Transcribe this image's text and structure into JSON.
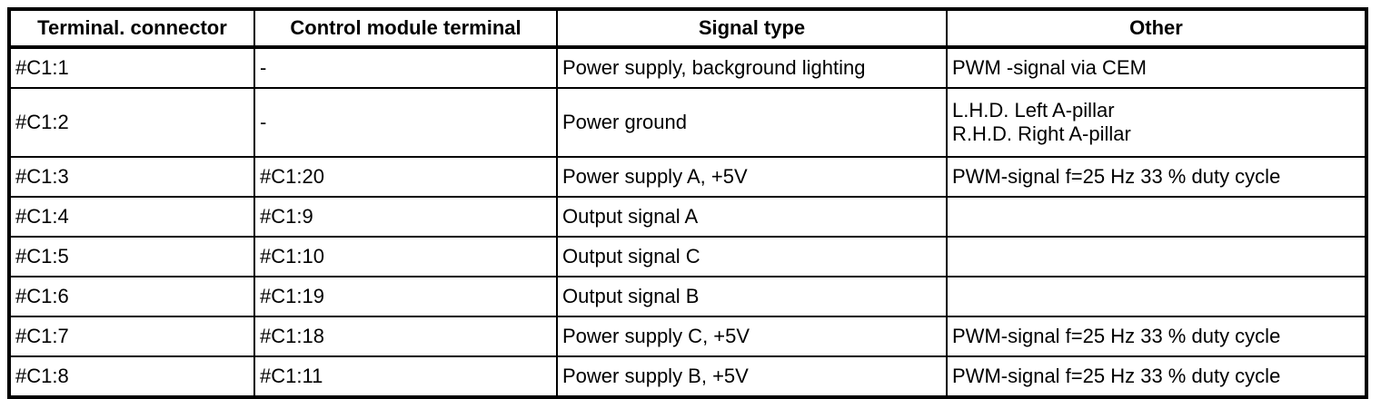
{
  "table": {
    "columns": [
      "Terminal. connector",
      "Control module terminal",
      "Signal type",
      "Other"
    ],
    "rows": [
      {
        "terminal": "#C1:1",
        "module": "-",
        "signal": "Power supply, background lighting",
        "other": "PWM -signal via CEM"
      },
      {
        "terminal": "#C1:2",
        "module": "-",
        "signal": "Power ground",
        "other": "L.H.D. Left A-pillar\nR.H.D. Right A-pillar"
      },
      {
        "terminal": "#C1:3",
        "module": "#C1:20",
        "signal": "Power supply A, +5V",
        "other": "PWM-signal f=25 Hz 33 % duty cycle"
      },
      {
        "terminal": "#C1:4",
        "module": "#C1:9",
        "signal": "Output signal A",
        "other": ""
      },
      {
        "terminal": "#C1:5",
        "module": "#C1:10",
        "signal": "Output signal C",
        "other": ""
      },
      {
        "terminal": "#C1:6",
        "module": "#C1:19",
        "signal": "Output signal B",
        "other": ""
      },
      {
        "terminal": "#C1:7",
        "module": "#C1:18",
        "signal": "Power supply C, +5V",
        "other": "PWM-signal f=25 Hz 33 % duty cycle"
      },
      {
        "terminal": "#C1:8",
        "module": "#C1:11",
        "signal": "Power supply B, +5V",
        "other": "PWM-signal f=25 Hz 33 % duty cycle"
      }
    ],
    "colors": {
      "border": "#000000",
      "background": "#ffffff",
      "text": "#000000"
    }
  }
}
